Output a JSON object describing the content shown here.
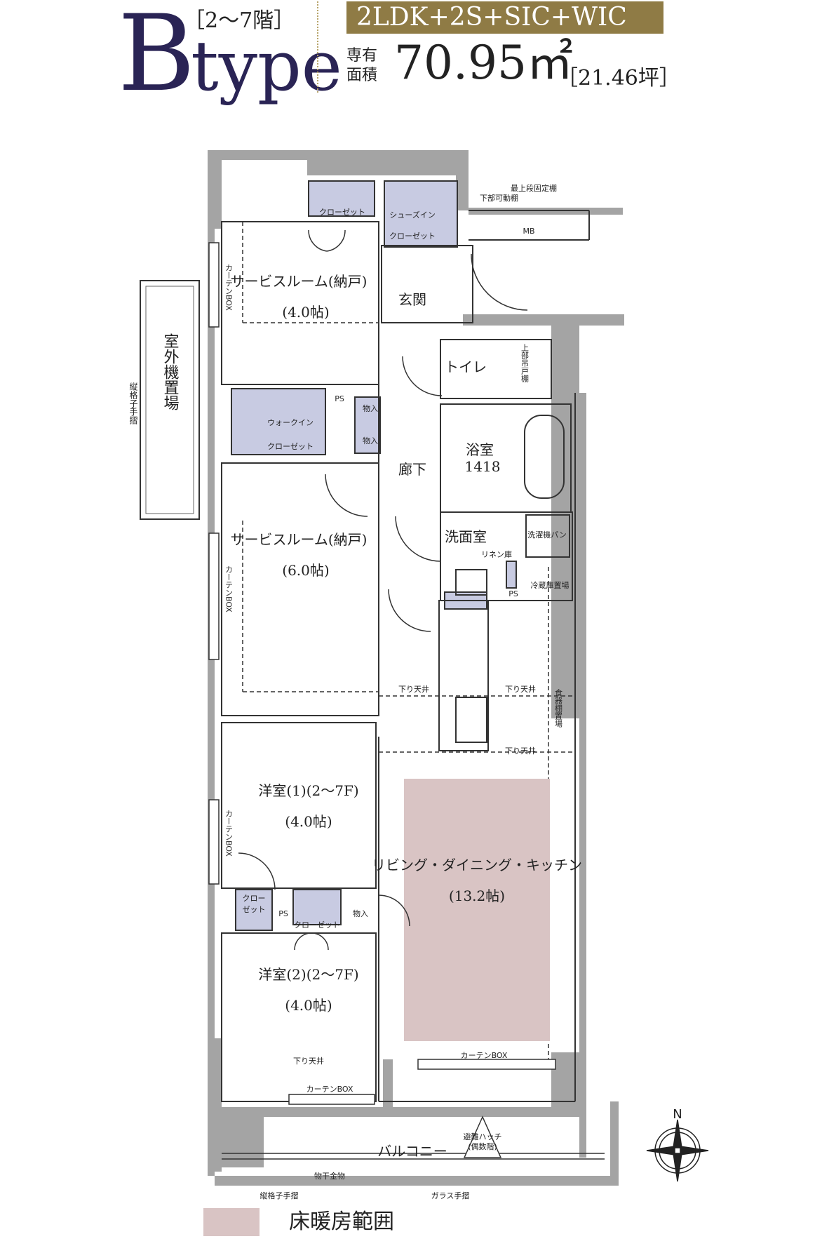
{
  "header": {
    "type_b": "B",
    "type_word": "type",
    "floors": "［2〜7階］",
    "plan_type": "2LDK+2S+SIC+WIC",
    "area_label_1": "専有",
    "area_label_2": "面積",
    "area_value": "70.95㎡",
    "area_tsubo": "［21.46坪］"
  },
  "rooms": {
    "service1": "サービスルーム(納戸)",
    "service1_size": "(4.0帖)",
    "service2": "サービスルーム(納戸)",
    "service2_size": "(6.0帖)",
    "western1": "洋室(1)(2〜7F)",
    "western1_size": "(4.0帖)",
    "western2": "洋室(2)(2〜7F)",
    "western2_size": "(4.0帖)",
    "ldk": "リビング・ダイニング・キッチン",
    "ldk_size": "(13.2帖)",
    "entrance": "玄関",
    "toilet": "トイレ",
    "bath": "浴室",
    "bath_size": "1418",
    "washroom": "洗面室",
    "corridor": "廊下",
    "balcony": "バルコニー",
    "outdoor_unit": "室外機置場"
  },
  "labels": {
    "closet": "クローゼット",
    "closet_split_1": "クロー",
    "closet_split_2": "ゼット",
    "shoes_in": "シューズイン",
    "shoes_closet": "クローゼット",
    "walkin": "ウォークイン",
    "walkin_closet": "クローゼット",
    "storage": "物入",
    "ps": "PS",
    "mb": "MB",
    "shelf_note_1": "最上段固定棚",
    "shelf_note_2": "下部可動棚",
    "upper_shelf": "上部吊戸棚",
    "washer": "洗濯機パン",
    "linen": "リネン庫",
    "fridge": "冷蔵庫置場",
    "lowered_ceiling": "下り天井",
    "dish_shelf": "食器棚置場",
    "curtain_box": "カーテンBOX",
    "curtain_box_v": "カーテンBOX",
    "vertical_rail": "縦格子手摺",
    "glass_rail": "ガラス手摺",
    "hanger": "物干金物",
    "hatch_1": "避難ハッチ",
    "hatch_2": "(偶数階)",
    "north": "N"
  },
  "legend": {
    "floor_heating": "床暖房範囲"
  },
  "colors": {
    "brand": "#2a2455",
    "gold": "#8f7b45",
    "storage_fill": "#c8cbe2",
    "wall_fill": "#a4a4a4",
    "floor_heat": "#d9c4c4"
  }
}
